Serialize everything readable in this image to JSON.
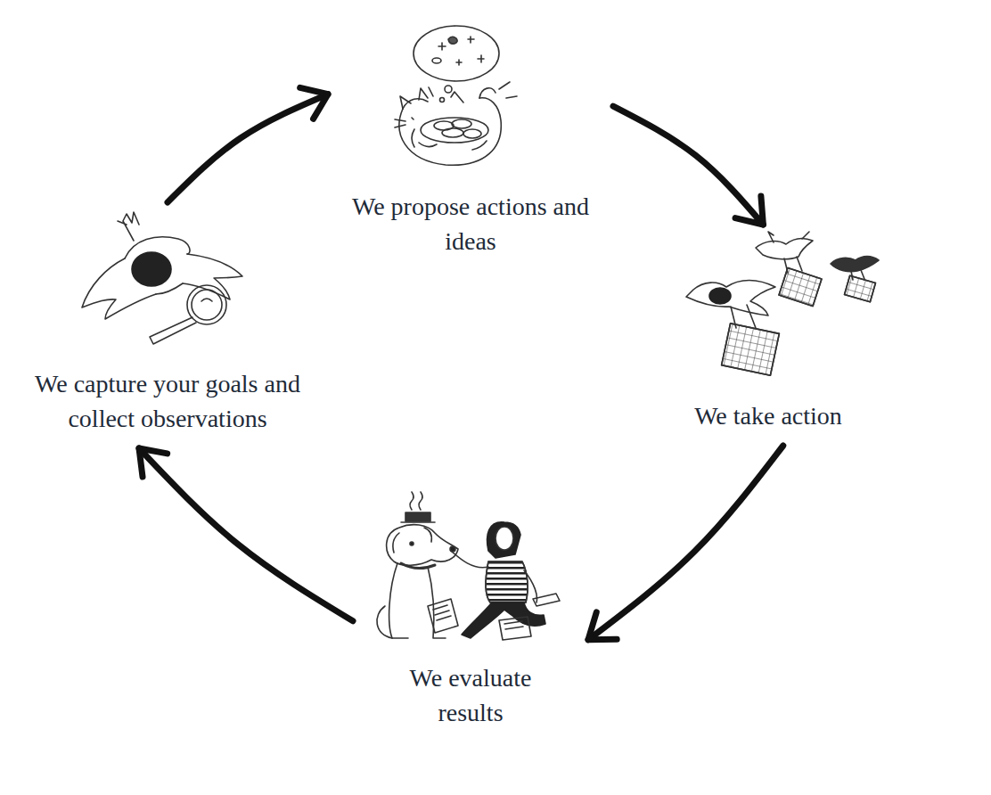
{
  "diagram": {
    "nodes": [
      {
        "text": [
          "We propose actions and ideas"
        ]
      },
      {
        "text": [
          "We capture your goals and collect observations"
        ]
      },
      {
        "text": [
          "We take action"
        ]
      },
      {
        "text": [
          "We evaluate results"
        ]
      }
    ],
    "edges": [
      {
        "from": 1,
        "to": 0,
        "arrow": "to"
      },
      {
        "from": 0,
        "to": 2,
        "arrow": "to"
      },
      {
        "from": 2,
        "to": 3,
        "arrow": "to"
      },
      {
        "from": 3,
        "to": 1,
        "arrow": "to"
      }
    ]
  }
}
